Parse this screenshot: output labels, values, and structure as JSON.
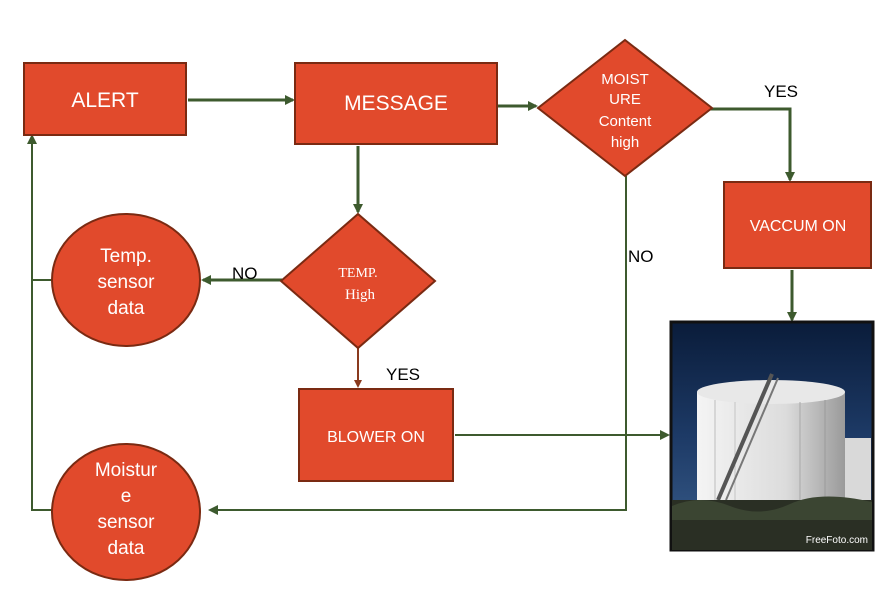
{
  "colors": {
    "node_fill": "#e14a2c",
    "node_border": "#7a2a12",
    "connector": "#3d5a2e",
    "connector_brown": "#8a3a1e",
    "text_on_node": "#ffffff",
    "edge_label": "#000000"
  },
  "nodes": {
    "alert": "ALERT",
    "message": "MESSAGE",
    "moisture_check": [
      "MOIST",
      "URE",
      "Content",
      "high"
    ],
    "temp_check": [
      "TEMP.",
      "High"
    ],
    "vaccum_on": "VACCUM ON",
    "blower_on": "BLOWER ON",
    "temp_sensor": [
      "Temp.",
      "sensor",
      "data"
    ],
    "moisture_sensor": [
      "Moistur",
      "e",
      "sensor",
      "data"
    ]
  },
  "edge_labels": {
    "moisture_yes": "YES",
    "moisture_no": "NO",
    "temp_no": "NO",
    "temp_yes": "YES"
  },
  "photo": {
    "watermark": "FreeFoto.com"
  }
}
